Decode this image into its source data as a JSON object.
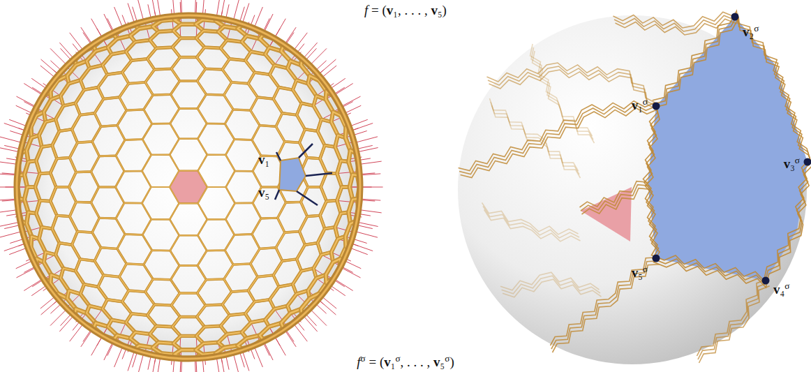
{
  "diagram": {
    "labels": [
      "f = (v₁, . . . , v₅)",
      "v₁",
      "v₅",
      "v₁σ",
      "v₂σ",
      "v₃σ",
      "v₄σ",
      "v₅σ",
      "fσ = (v₁σ, . . . , v₅σ)"
    ]
  }
}
